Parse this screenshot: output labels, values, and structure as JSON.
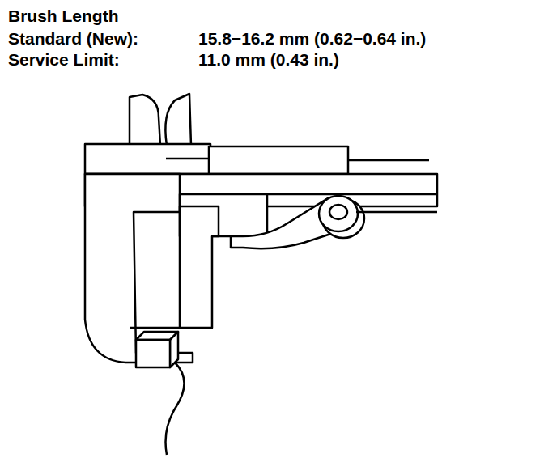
{
  "diagram": {
    "labels": [
      "Brush Length",
      "Standard (New):",
      "15.8−16.2 mm (0.62−0.64 in.)",
      "Service Limit:",
      "11.0 mm (0.43 in.)"
    ]
  }
}
